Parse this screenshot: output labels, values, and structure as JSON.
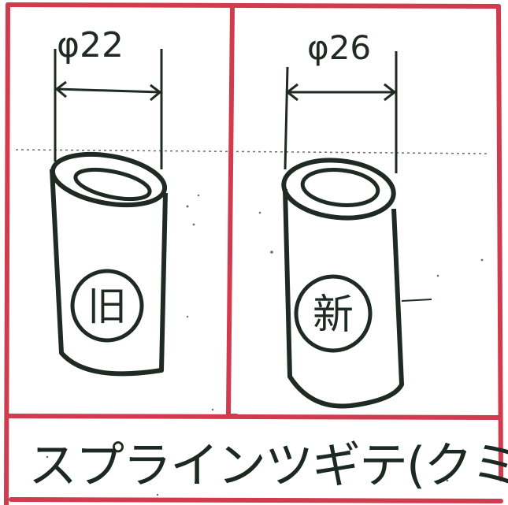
{
  "panels": [
    {
      "id": "old",
      "diameter_label": "φ22",
      "badge": "旧"
    },
    {
      "id": "new",
      "diameter_label": "φ26",
      "badge": "新"
    }
  ],
  "caption": "スプラインツギテ(クミ)",
  "colors": {
    "frame": "#d23a4e",
    "ink": "#1f2a22",
    "background": "#ffffff"
  }
}
